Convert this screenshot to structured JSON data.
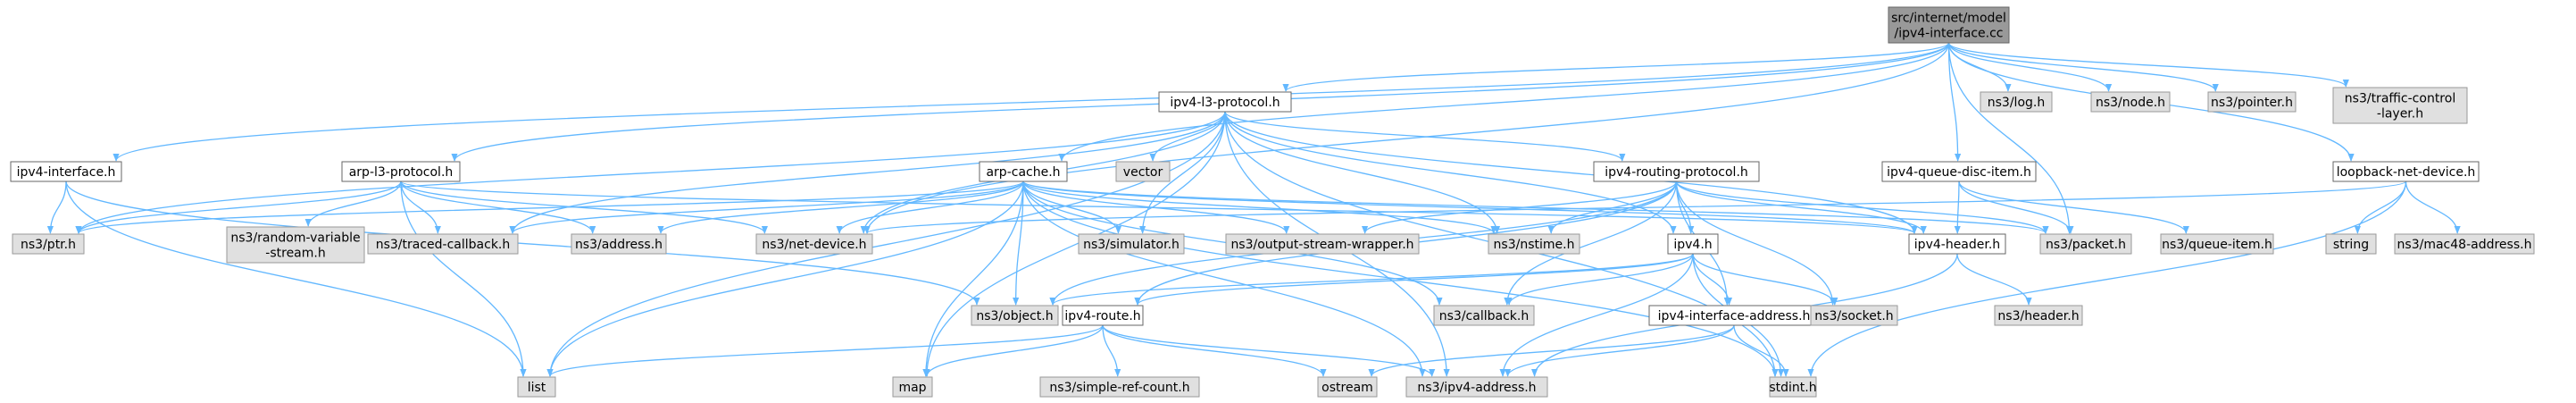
{
  "colors": {
    "edge": "#63b8ff",
    "root_fill": "#999999",
    "local_fill": "#ffffff",
    "external_fill": "#e0e0e0",
    "border_dark": "#666666",
    "border_light": "#999999",
    "text": "#000000"
  },
  "nodes": [
    {
      "id": "root",
      "kind": "root",
      "lines": [
        "src/internet/model",
        "/ipv4-interface.cc"
      ]
    },
    {
      "id": "ipv4-l3-protocol",
      "kind": "local",
      "lines": [
        "ipv4-l3-protocol.h"
      ]
    },
    {
      "id": "ipv4-interface",
      "kind": "local",
      "lines": [
        "ipv4-interface.h"
      ]
    },
    {
      "id": "arp-l3-protocol",
      "kind": "local",
      "lines": [
        "arp-l3-protocol.h"
      ]
    },
    {
      "id": "arp-cache",
      "kind": "local",
      "lines": [
        "arp-cache.h"
      ]
    },
    {
      "id": "ipv4-routing-protocol",
      "kind": "local",
      "lines": [
        "ipv4-routing-protocol.h"
      ]
    },
    {
      "id": "ipv4-queue-disc-item",
      "kind": "local",
      "lines": [
        "ipv4-queue-disc-item.h"
      ]
    },
    {
      "id": "loopback-net-device",
      "kind": "local",
      "lines": [
        "loopback-net-device.h"
      ]
    },
    {
      "id": "ipv4",
      "kind": "local",
      "lines": [
        "ipv4.h"
      ]
    },
    {
      "id": "ipv4-header",
      "kind": "local",
      "lines": [
        "ipv4-header.h"
      ]
    },
    {
      "id": "ipv4-route",
      "kind": "local",
      "lines": [
        "ipv4-route.h"
      ]
    },
    {
      "id": "ipv4-interface-address",
      "kind": "local",
      "lines": [
        "ipv4-interface-address.h"
      ]
    },
    {
      "id": "ns3-log",
      "kind": "external",
      "lines": [
        "ns3/log.h"
      ]
    },
    {
      "id": "ns3-node",
      "kind": "external",
      "lines": [
        "ns3/node.h"
      ]
    },
    {
      "id": "ns3-pointer",
      "kind": "external",
      "lines": [
        "ns3/pointer.h"
      ]
    },
    {
      "id": "ns3-traffic-control-layer",
      "kind": "external",
      "lines": [
        "ns3/traffic-control",
        "-layer.h"
      ]
    },
    {
      "id": "vector",
      "kind": "external",
      "lines": [
        "vector"
      ]
    },
    {
      "id": "ns3-ptr",
      "kind": "external",
      "lines": [
        "ns3/ptr.h"
      ]
    },
    {
      "id": "ns3-random-variable-stream",
      "kind": "external",
      "lines": [
        "ns3/random-variable",
        "-stream.h"
      ]
    },
    {
      "id": "ns3-traced-callback",
      "kind": "external",
      "lines": [
        "ns3/traced-callback.h"
      ]
    },
    {
      "id": "ns3-address",
      "kind": "external",
      "lines": [
        "ns3/address.h"
      ]
    },
    {
      "id": "ns3-net-device",
      "kind": "external",
      "lines": [
        "ns3/net-device.h"
      ]
    },
    {
      "id": "ns3-simulator",
      "kind": "external",
      "lines": [
        "ns3/simulator.h"
      ]
    },
    {
      "id": "ns3-output-stream-wrapper",
      "kind": "external",
      "lines": [
        "ns3/output-stream-wrapper.h"
      ]
    },
    {
      "id": "ns3-nstime",
      "kind": "external",
      "lines": [
        "ns3/nstime.h"
      ]
    },
    {
      "id": "ns3-packet",
      "kind": "external",
      "lines": [
        "ns3/packet.h"
      ]
    },
    {
      "id": "ns3-queue-item",
      "kind": "external",
      "lines": [
        "ns3/queue-item.h"
      ]
    },
    {
      "id": "string",
      "kind": "external",
      "lines": [
        "string"
      ]
    },
    {
      "id": "ns3-mac48-address",
      "kind": "external",
      "lines": [
        "ns3/mac48-address.h"
      ]
    },
    {
      "id": "ns3-object",
      "kind": "external",
      "lines": [
        "ns3/object.h"
      ]
    },
    {
      "id": "ns3-callback",
      "kind": "external",
      "lines": [
        "ns3/callback.h"
      ]
    },
    {
      "id": "ns3-socket",
      "kind": "external",
      "lines": [
        "ns3/socket.h"
      ]
    },
    {
      "id": "ns3-header",
      "kind": "external",
      "lines": [
        "ns3/header.h"
      ]
    },
    {
      "id": "list",
      "kind": "external",
      "lines": [
        "list"
      ]
    },
    {
      "id": "map",
      "kind": "external",
      "lines": [
        "map"
      ]
    },
    {
      "id": "ns3-simple-ref-count",
      "kind": "external",
      "lines": [
        "ns3/simple-ref-count.h"
      ]
    },
    {
      "id": "ostream",
      "kind": "external",
      "lines": [
        "ostream"
      ]
    },
    {
      "id": "ns3-ipv4-address",
      "kind": "external",
      "lines": [
        "ns3/ipv4-address.h"
      ]
    },
    {
      "id": "stdint",
      "kind": "external",
      "lines": [
        "stdint.h"
      ]
    }
  ],
  "edges": [
    [
      "root",
      "ipv4-l3-protocol"
    ],
    [
      "root",
      "ipv4-interface"
    ],
    [
      "root",
      "arp-l3-protocol"
    ],
    [
      "root",
      "arp-cache"
    ],
    [
      "root",
      "ipv4-queue-disc-item"
    ],
    [
      "root",
      "loopback-net-device"
    ],
    [
      "root",
      "ns3-log"
    ],
    [
      "root",
      "ns3-node"
    ],
    [
      "root",
      "ns3-pointer"
    ],
    [
      "root",
      "ns3-traffic-control-layer"
    ],
    [
      "root",
      "ns3-net-device"
    ],
    [
      "root",
      "ns3-packet"
    ],
    [
      "ipv4-l3-protocol",
      "vector"
    ],
    [
      "ipv4-l3-protocol",
      "ns3-ptr"
    ],
    [
      "ipv4-l3-protocol",
      "ns3-traced-callback"
    ],
    [
      "ipv4-l3-protocol",
      "ns3-net-device"
    ],
    [
      "ipv4-l3-protocol",
      "ns3-simulator"
    ],
    [
      "ipv4-l3-protocol",
      "ns3-nstime"
    ],
    [
      "ipv4-l3-protocol",
      "ipv4-routing-protocol"
    ],
    [
      "ipv4-l3-protocol",
      "ipv4"
    ],
    [
      "ipv4-l3-protocol",
      "ipv4-header"
    ],
    [
      "ipv4-l3-protocol",
      "list"
    ],
    [
      "ipv4-l3-protocol",
      "map"
    ],
    [
      "ipv4-l3-protocol",
      "ns3-ipv4-address"
    ],
    [
      "ipv4-l3-protocol",
      "stdint"
    ],
    [
      "ipv4-interface",
      "ns3-ptr"
    ],
    [
      "ipv4-interface",
      "ns3-object"
    ],
    [
      "ipv4-interface",
      "list"
    ],
    [
      "arp-l3-protocol",
      "ns3-ptr"
    ],
    [
      "arp-l3-protocol",
      "ns3-random-variable-stream"
    ],
    [
      "arp-l3-protocol",
      "ns3-traced-callback"
    ],
    [
      "arp-l3-protocol",
      "ns3-address"
    ],
    [
      "arp-l3-protocol",
      "ns3-net-device"
    ],
    [
      "arp-l3-protocol",
      "ipv4-header"
    ],
    [
      "arp-l3-protocol",
      "list"
    ],
    [
      "arp-cache",
      "ns3-ptr"
    ],
    [
      "arp-cache",
      "ns3-traced-callback"
    ],
    [
      "arp-cache",
      "ns3-address"
    ],
    [
      "arp-cache",
      "ns3-net-device"
    ],
    [
      "arp-cache",
      "ns3-simulator"
    ],
    [
      "arp-cache",
      "ns3-output-stream-wrapper"
    ],
    [
      "arp-cache",
      "ns3-nstime"
    ],
    [
      "arp-cache",
      "ns3-packet"
    ],
    [
      "arp-cache",
      "ns3-object"
    ],
    [
      "arp-cache",
      "ns3-callback"
    ],
    [
      "arp-cache",
      "list"
    ],
    [
      "arp-cache",
      "map"
    ],
    [
      "arp-cache",
      "ns3-ipv4-address"
    ],
    [
      "arp-cache",
      "stdint"
    ],
    [
      "arp-cache",
      "ipv4-header"
    ],
    [
      "ipv4-routing-protocol",
      "ns3-output-stream-wrapper"
    ],
    [
      "ipv4-routing-protocol",
      "ns3-nstime"
    ],
    [
      "ipv4-routing-protocol",
      "ns3-packet"
    ],
    [
      "ipv4-routing-protocol",
      "ipv4"
    ],
    [
      "ipv4-routing-protocol",
      "ipv4-header"
    ],
    [
      "ipv4-routing-protocol",
      "ns3-object"
    ],
    [
      "ipv4-routing-protocol",
      "ns3-callback"
    ],
    [
      "ipv4-routing-protocol",
      "ns3-socket"
    ],
    [
      "ipv4-routing-protocol",
      "ipv4-route"
    ],
    [
      "ipv4-routing-protocol",
      "ipv4-interface-address"
    ],
    [
      "ipv4-queue-disc-item",
      "ns3-packet"
    ],
    [
      "ipv4-queue-disc-item",
      "ns3-queue-item"
    ],
    [
      "ipv4-queue-disc-item",
      "ipv4-header"
    ],
    [
      "loopback-net-device",
      "ns3-net-device"
    ],
    [
      "loopback-net-device",
      "string"
    ],
    [
      "loopback-net-device",
      "ns3-mac48-address"
    ],
    [
      "loopback-net-device",
      "stdint"
    ],
    [
      "ipv4",
      "ns3-object"
    ],
    [
      "ipv4",
      "ns3-callback"
    ],
    [
      "ipv4",
      "ns3-socket"
    ],
    [
      "ipv4",
      "ipv4-route"
    ],
    [
      "ipv4",
      "ipv4-interface-address"
    ],
    [
      "ipv4",
      "ns3-ipv4-address"
    ],
    [
      "ipv4",
      "stdint"
    ],
    [
      "ipv4-header",
      "ns3-header"
    ],
    [
      "ipv4-header",
      "ns3-ipv4-address"
    ],
    [
      "ipv4-route",
      "list"
    ],
    [
      "ipv4-route",
      "map"
    ],
    [
      "ipv4-route",
      "ns3-simple-ref-count"
    ],
    [
      "ipv4-route",
      "ostream"
    ],
    [
      "ipv4-route",
      "ns3-ipv4-address"
    ],
    [
      "ipv4-interface-address",
      "ostream"
    ],
    [
      "ipv4-interface-address",
      "ns3-ipv4-address"
    ],
    [
      "ipv4-interface-address",
      "stdint"
    ]
  ]
}
